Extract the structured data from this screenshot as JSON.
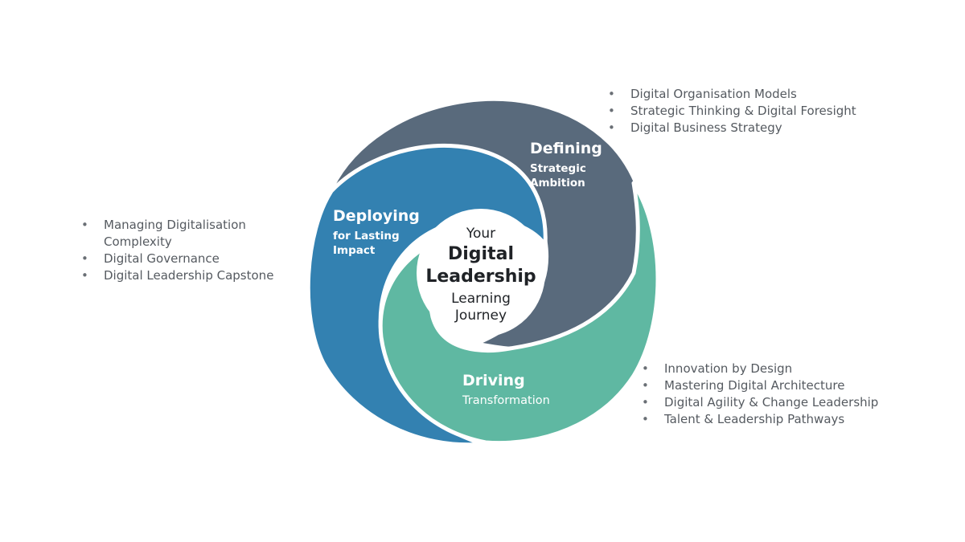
{
  "center": {
    "line1": "Your",
    "line2": "Digital",
    "line3": "Leadership",
    "line4": "Learning",
    "line5": "Journey"
  },
  "segments": {
    "defining": {
      "title": "Defining",
      "sub1": "Strategic",
      "sub2": "Ambition",
      "color": "#596a7c"
    },
    "deploying": {
      "title": "Deploying",
      "sub1": "for Lasting",
      "sub2": "Impact",
      "color": "#3381b1"
    },
    "driving": {
      "title": "Driving",
      "sub1": "Transformation",
      "color": "#5fb8a2"
    }
  },
  "lists": {
    "defining": [
      "Digital Organisation Models",
      "Strategic Thinking & Digital Foresight",
      "Digital Business Strategy"
    ],
    "deploying": [
      "Managing Digitalisation Complexity",
      "Digital Governance",
      "Digital Leadership Capstone"
    ],
    "driving": [
      "Innovation by Design",
      "Mastering Digital Architecture",
      "Digital Agility & Change Leadership",
      "Talent & Leadership Pathways"
    ]
  }
}
